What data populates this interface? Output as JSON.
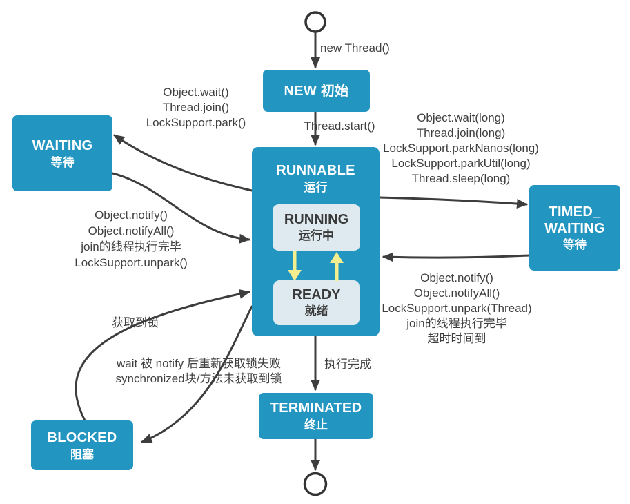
{
  "colors": {
    "node_fill": "#2295c0",
    "node_text": "#ffffff",
    "inner_fill": "#dfeaf0",
    "inner_text": "#3a3a3a",
    "line": "#3d3d3d",
    "label_text": "#3f3f3f",
    "yellow_arrow": "#f5ee8e"
  },
  "nodes": {
    "new": {
      "title": "NEW 初始"
    },
    "runnable": {
      "en": "RUNNABLE",
      "cn": "运行"
    },
    "running": {
      "en": "RUNNING",
      "cn": "运行中"
    },
    "ready": {
      "en": "READY",
      "cn": "就绪"
    },
    "waiting": {
      "en": "WAITING",
      "cn": "等待"
    },
    "timed_waiting": {
      "en1": "TIMED_",
      "en2": "WAITING",
      "cn": "等待"
    },
    "blocked": {
      "en": "BLOCKED",
      "cn": "阻塞"
    },
    "terminated": {
      "en": "TERMINATED",
      "cn": "终止"
    }
  },
  "edges": {
    "start_to_new": {
      "label": "new Thread()"
    },
    "new_to_runnable": {
      "label": "Thread.start()"
    },
    "runnable_to_waiting": {
      "lines": [
        "Object.wait()",
        "Thread.join()",
        "LockSupport.park()"
      ]
    },
    "waiting_to_runnable": {
      "lines": [
        "Object.notify()",
        "Object.notifyAll()",
        "join的线程执行完毕",
        "LockSupport.unpark()"
      ]
    },
    "runnable_to_timed_waiting": {
      "lines": [
        "Object.wait(long)",
        "Thread.join(long)",
        "LockSupport.parkNanos(long)",
        "LockSupport.parkUtil(long)",
        "Thread.sleep(long)"
      ]
    },
    "timed_waiting_to_runnable": {
      "lines": [
        "Object.notify()",
        "Object.notifyAll()",
        "LockSupport.unpark(Thread)",
        "join的线程执行完毕",
        "超时时间到"
      ]
    },
    "blocked_to_runnable": {
      "label": "获取到锁"
    },
    "runnable_to_blocked": {
      "lines": [
        "wait 被 notify 后重新获取锁失败",
        "synchronized块/方法未获取到锁"
      ]
    },
    "runnable_to_terminated": {
      "label": "执行完成"
    }
  }
}
